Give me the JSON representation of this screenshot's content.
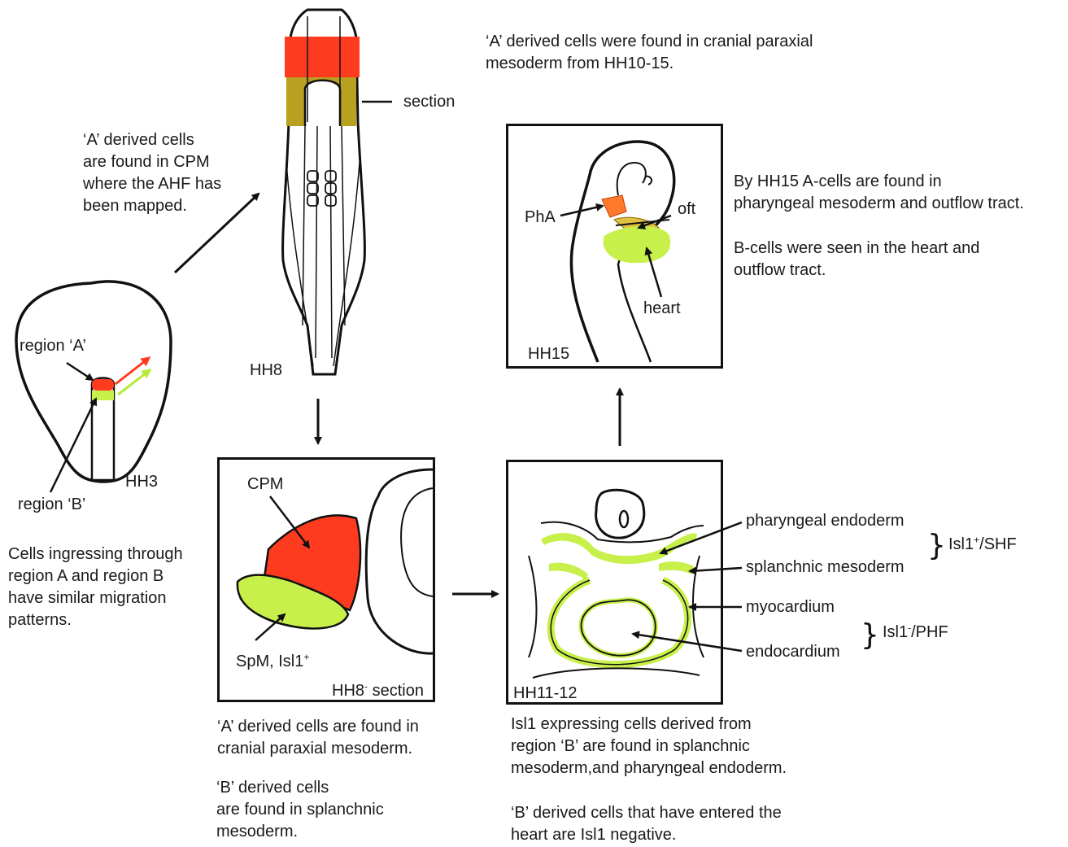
{
  "top_note": "‘A’ derived cells were found in cranial paraxial\nmesoderm from HH10-15.",
  "hh8": {
    "stage": "HH8",
    "section_label": "section"
  },
  "cpm_note": "‘A’ derived cells\nare found in CPM\nwhere the AHF has\nbeen mapped.",
  "hh3": {
    "stage": "HH3",
    "region_a": "region ‘A’",
    "region_b": "region ‘B’"
  },
  "ingress_note": "Cells ingressing through\nregion A and region B\nhave similar migration\npatterns.",
  "hh15": {
    "stage": "HH15",
    "pha": "PhA",
    "oft": "oft",
    "heart": "heart"
  },
  "hh15_note_1": "By HH15 A-cells are found in\npharyngeal mesoderm and outflow tract.",
  "hh15_note_2": "B-cells were seen in the heart and\noutflow tract.",
  "section_panel": {
    "cpm": "CPM",
    "spm": "SpM,  Isl1",
    "spm_sup": "+",
    "stage": "HH8",
    "stage_sup": "-",
    "stage_suffix": "section"
  },
  "section_note_1": "‘A’ derived cells are found in\ncranial paraxial mesoderm.",
  "section_note_2": "‘B’ derived cells\nare found in splanchnic\nmesoderm.",
  "hh11": {
    "stage": "HH11-12",
    "pharyngeal_endoderm": "pharyngeal endoderm",
    "splanchnic_mesoderm": "splanchnic mesoderm",
    "myocardium": "myocardium",
    "endocardium": "endocardium",
    "shf_label": "Isl1",
    "shf_sup": "+",
    "shf_suffix": "/SHF",
    "phf_label": "Isl1",
    "phf_sup": "-",
    "phf_suffix": "/PHF"
  },
  "hh11_note_1": "Isl1 expressing cells derived from\nregion ‘B’ are found in splanchnic\nmesoderm,and pharyngeal endoderm.",
  "hh11_note_2": "‘B’ derived cells that have entered the\nheart are Isl1 negative.",
  "colors": {
    "region_a_red": "#ff3b1f",
    "region_b_green": "#c8f04a",
    "outflow_yellow": "#b8a020"
  }
}
